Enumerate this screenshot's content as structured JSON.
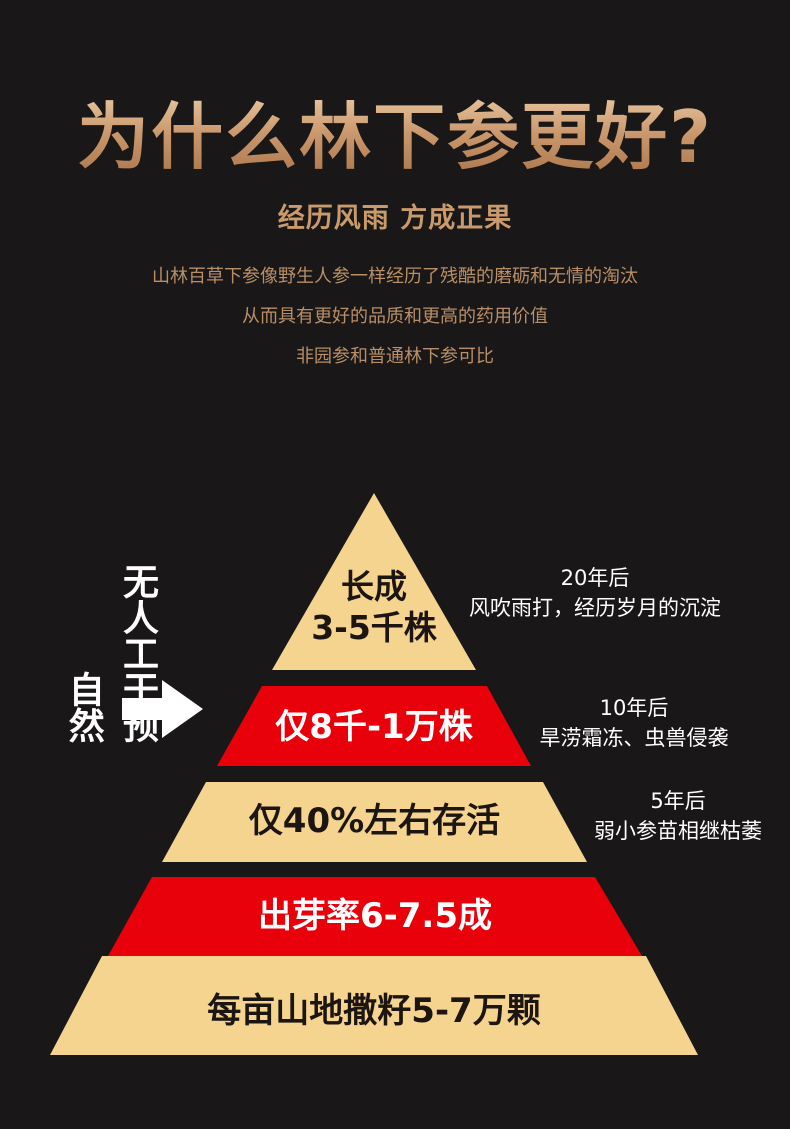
{
  "header": {
    "title": "为什么林下参更好?",
    "subtitle": "经历风雨  方成正果",
    "desc_lines": [
      "山林百草下参像野生人参一样经历了残酷的磨砺和无情的淘汰",
      "从而具有更好的品质和更高的药用价值",
      "非园参和普通林下参可比"
    ]
  },
  "side_label": {
    "line1": "自然",
    "line2": "无人工干预"
  },
  "colors": {
    "background": "#191717",
    "tier_cream": "#f5d48f",
    "tier_red": "#e8000b",
    "title_gold": "#c9956a"
  },
  "pyramid": {
    "tiers": [
      {
        "line1": "长成",
        "line2": "3-5千株",
        "style": "cream"
      },
      {
        "line1": "仅8千-1万株",
        "style": "red"
      },
      {
        "line1": "仅40%左右存活",
        "style": "cream"
      },
      {
        "line1": "出芽率6-7.5成",
        "style": "red"
      },
      {
        "line1": "每亩山地撒籽5-7万颗",
        "style": "cream"
      }
    ]
  },
  "notes": [
    {
      "time": "20年后",
      "text": "风吹雨打，经历岁月的沉淀"
    },
    {
      "time": "10年后",
      "text": "旱涝霜冻、虫兽侵袭"
    },
    {
      "time": "5年后",
      "text": "弱小参苗相继枯萎"
    }
  ],
  "icons": {
    "arrow": "right-arrow-icon"
  }
}
